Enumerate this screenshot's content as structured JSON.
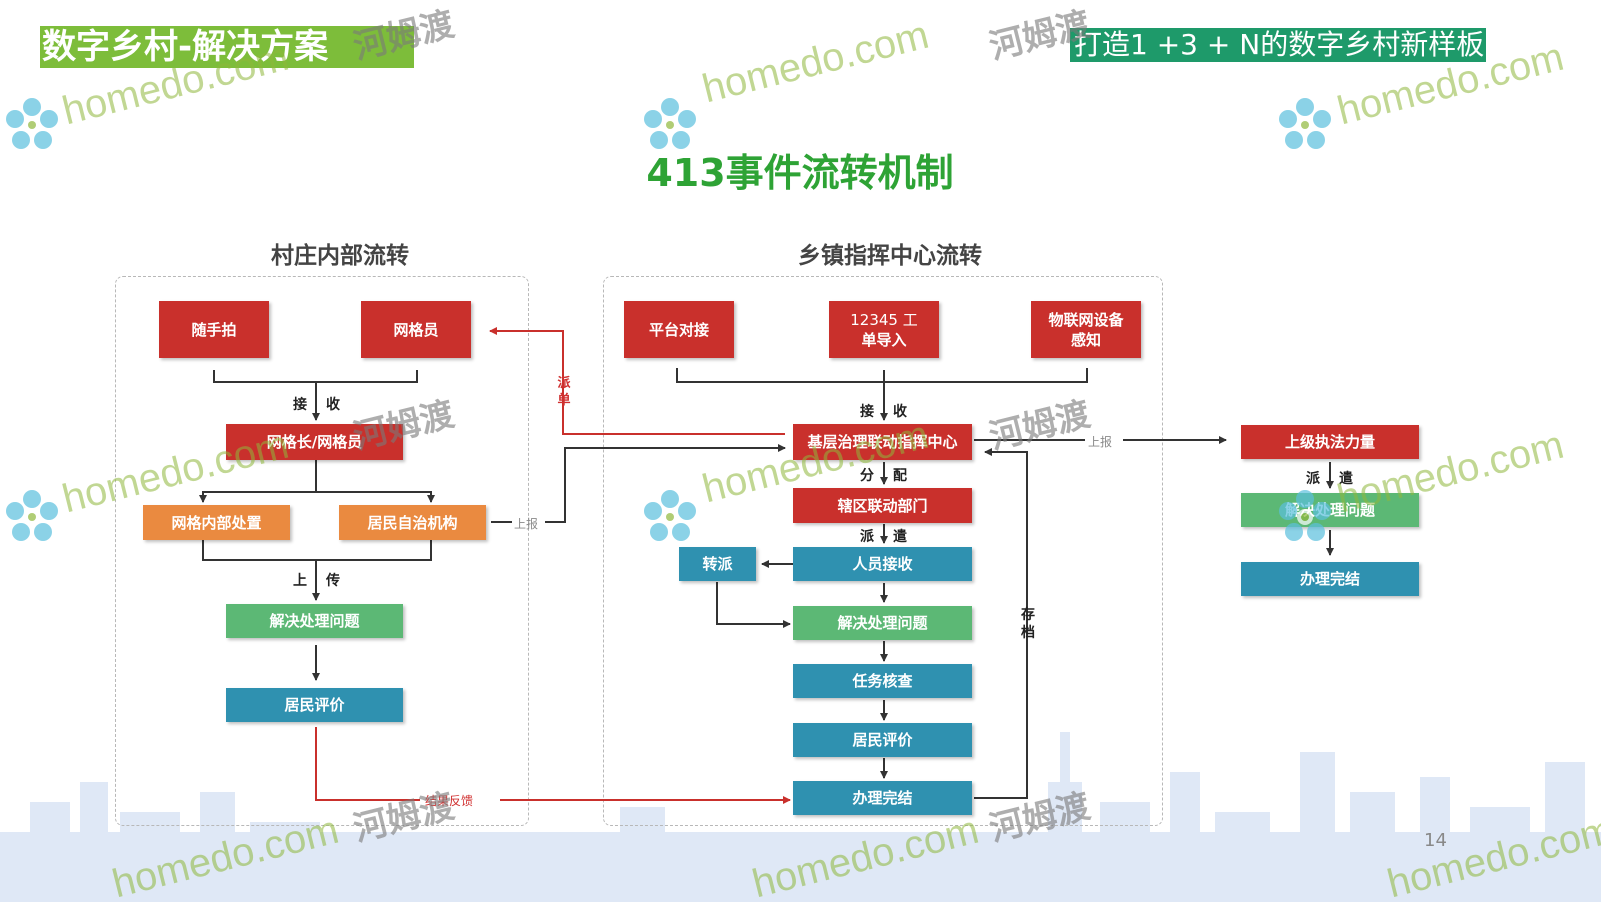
{
  "header": {
    "badge": "数字乡村-解决方案",
    "tagline": "打造1 +3 + N的数字乡村新样板"
  },
  "main_title": "413事件流转机制",
  "village": {
    "title": "村庄内部流转",
    "boxes": {
      "snap": "随手拍",
      "gridman": "网格员",
      "gridleader": "网格长/网格员",
      "internal": "网格内部处置",
      "selfgov": "居民自治机构",
      "solve": "解决处理问题",
      "rate": "居民评价"
    },
    "labels": {
      "receive_a": "接",
      "receive_b": "收",
      "upload_a": "上",
      "upload_b": "传",
      "report": "上报"
    }
  },
  "town": {
    "title": "乡镇指挥中心流转",
    "boxes": {
      "platform": "平台对接",
      "hotline_line1": "12345 工",
      "hotline_line2": "单导入",
      "iot_line1": "物联网设备",
      "iot_line2": "感知",
      "center": "基层治理联动指挥中心",
      "district": "辖区联动部门",
      "transfer": "转派",
      "staff": "人员接收",
      "solve": "解决处理问题",
      "verify": "任务核查",
      "rate": "居民评价",
      "done": "办理完结"
    },
    "labels": {
      "receive_a": "接",
      "receive_b": "收",
      "assign_a": "分",
      "assign_b": "配",
      "dispatch_a": "派",
      "dispatch_b": "遣",
      "archive_a": "存",
      "archive_b": "档",
      "report": "上报"
    }
  },
  "superior": {
    "boxes": {
      "force": "上级执法力量",
      "solve": "解决处理问题",
      "done": "办理完结"
    },
    "labels": {
      "dispatch_a": "派",
      "dispatch_b": "遣"
    }
  },
  "cross_labels": {
    "dispatch_a": "派",
    "dispatch_b": "单",
    "feedback": "结果反馈"
  },
  "watermark": {
    "domain": "homedo.com",
    "brand": "河姆渡"
  },
  "page_number": "14",
  "colors": {
    "red": "#c9302c",
    "orange": "#ea8a40",
    "green": "#5cb875",
    "blue": "#2f91b0",
    "title_green": "#2ea335",
    "badge_green": "#7dbd3a",
    "tagline_green": "#1e9a6a"
  }
}
